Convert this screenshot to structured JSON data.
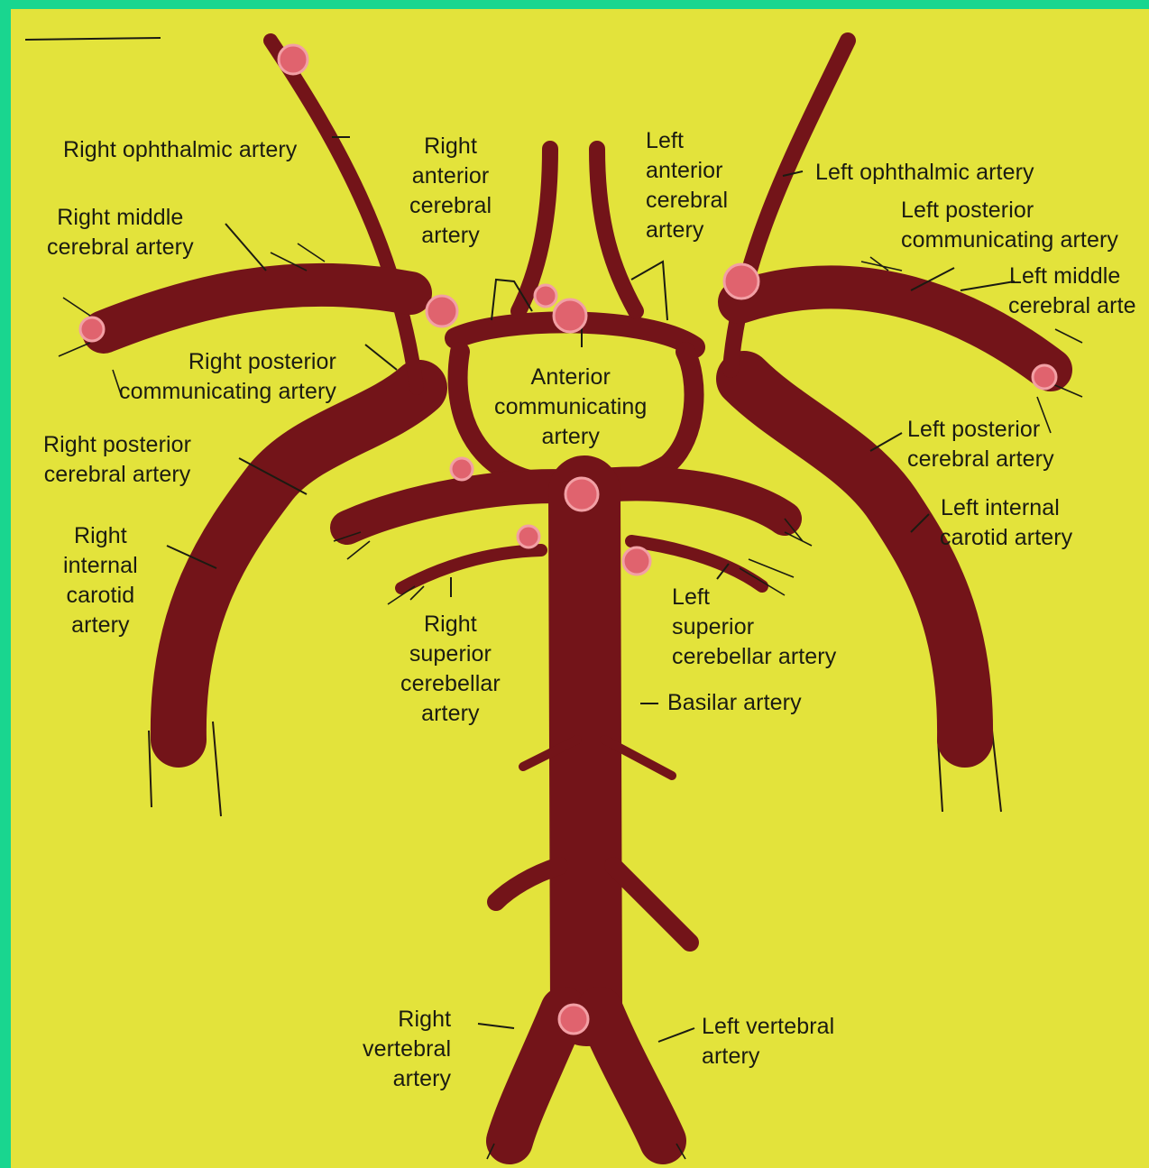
{
  "diagram": {
    "labels": {
      "right_ophthalmic": [
        "Right ophthalmic artery"
      ],
      "right_anterior_cerebral": [
        "Right",
        "anterior",
        "cerebral",
        "artery"
      ],
      "left_anterior_cerebral": [
        "Left",
        "anterior",
        "cerebral",
        "artery"
      ],
      "left_ophthalmic": [
        "Left ophthalmic artery"
      ],
      "right_middle_cerebral": [
        "Right middle",
        "cerebral artery"
      ],
      "left_posterior_communicating": [
        "Left posterior",
        "communicating artery"
      ],
      "left_middle_cerebral": [
        "Left middle",
        "cerebral arte"
      ],
      "right_posterior_communicating": [
        "Right posterior",
        "communicating artery"
      ],
      "anterior_communicating": [
        "Anterior",
        "communicating",
        "artery"
      ],
      "right_posterior_cerebral": [
        "Right posterior",
        "cerebral artery"
      ],
      "left_posterior_cerebral": [
        "Left posterior",
        "cerebral artery"
      ],
      "left_internal_carotid": [
        "Left internal",
        "carotid artery"
      ],
      "right_internal_carotid": [
        "Right",
        "internal",
        "carotid",
        "artery"
      ],
      "left_superior_cerebellar": [
        "Left",
        "superior",
        "cerebellar artery"
      ],
      "right_superior_cerebellar": [
        "Right",
        "superior",
        "cerebellar",
        "artery"
      ],
      "basilar": [
        "Basilar artery"
      ],
      "right_vertebral": [
        "Right",
        "vertebral",
        "artery"
      ],
      "left_vertebral": [
        "Left vertebral",
        "artery"
      ]
    },
    "colors": {
      "background": "#e3e33b",
      "border": "#19d68f",
      "artery": "#731419",
      "artery_light": "#a8202c",
      "marker": "#e0636e",
      "ink": "#1b1b12"
    }
  }
}
